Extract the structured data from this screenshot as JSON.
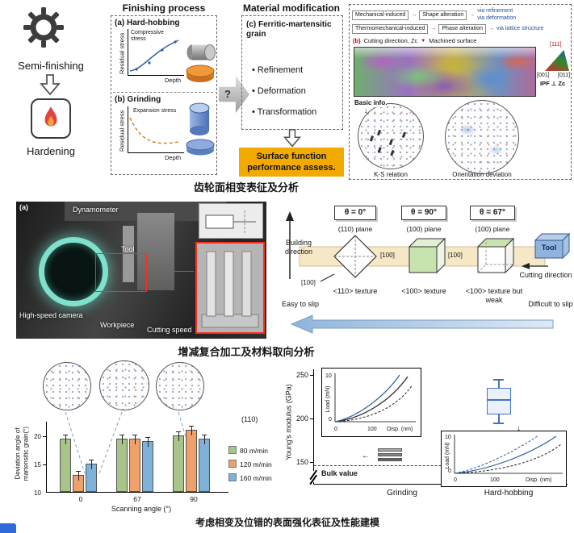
{
  "captions": {
    "row1": "齿轮面相变表征及分析",
    "row2": "增减复合加工及材料取向分析",
    "row3": "考虑相变及位错的表面强化表征及性能建模"
  },
  "preprocess": {
    "semi_finishing": "Semi-finishing",
    "hardening": "Hardening"
  },
  "finishing": {
    "title": "Finishing process",
    "hobbing_label": "(a) Hard-hobbing",
    "hobbing_stress": "Compressive stress",
    "grinding_label": "(b) Grinding",
    "grinding_stress": "Expansion stress",
    "residual_axis": "Residual stress",
    "depth_axis": "Depth"
  },
  "modification": {
    "title": "Material modification",
    "grain_label": "(c) Ferritic-martensitic grain",
    "bullets": [
      "Refinement",
      "Deformation",
      "Transformation"
    ],
    "question": "?",
    "assess": "Surface function performance assess."
  },
  "mechanism": {
    "panel_label": "(b)",
    "row1_source": "Mechanical-induced",
    "row1_effect": "Shape alteration",
    "row1_via1": "via refinement",
    "row1_via2": "via deformation",
    "row2_source": "Thermomechanical-induced",
    "row2_effect": "Phase alteration",
    "row2_via": "via lattice structure",
    "cutting_direction": "Cutting direction, Zc",
    "machined_surface": "Machined surface",
    "basic_info": "Basic info.",
    "ks_relation": "K-S relation",
    "orientation_deviation": "Orientation deviation",
    "ipf_title": "IPF ⊥ Zc",
    "ipf_corner_top": "[111]",
    "ipf_corner_left": "[001]",
    "ipf_corner_right": "[011]"
  },
  "experiment": {
    "panel_label": "(a)",
    "dynamometer": "Dynamometer",
    "tool": "Tool",
    "camera": "High-speed camera",
    "workpiece": "Workpiece",
    "cutting_speed": "Cutting speed"
  },
  "orientation": {
    "theta": [
      "θ = 0°",
      "θ = 90°",
      "θ = 67°"
    ],
    "planes": [
      "(110) plane",
      "(100) plane",
      "(100) plane"
    ],
    "miller": [
      "[100]",
      "[100]",
      "[100]"
    ],
    "textures": [
      "<110> texture",
      "<100> texture",
      "<100> texture but weak"
    ],
    "building_direction": "Building direction",
    "cutting_direction": "Cutting direction",
    "tool": "Tool",
    "easy_slip": "Easy to slip",
    "difficult_slip": "Difficult to slip"
  },
  "chart_data": [
    {
      "type": "bar",
      "categories": [
        "0",
        "67",
        "90"
      ],
      "series": [
        {
          "name": "80 m/min",
          "color": "#a9c48b",
          "values": [
            19.5,
            19.5,
            20
          ]
        },
        {
          "name": "120 m/min",
          "color": "#f0a169",
          "values": [
            13,
            19.5,
            21
          ]
        },
        {
          "name": "160 m/min",
          "color": "#7fb2d9",
          "values": [
            15,
            19,
            19.5
          ]
        }
      ],
      "xlabel": "Scanning angle (°)",
      "ylabel": "Deviation angle of martensitic grain(°)",
      "yticks": [
        10,
        15,
        20
      ],
      "ylim": [
        10,
        22
      ],
      "annotation": "(110)"
    },
    {
      "type": "box",
      "categories": [
        "Grinding",
        "Hard-hobbing"
      ],
      "ylabel": "Young's modulus (GPa)",
      "yticks": [
        250,
        200,
        150
      ],
      "ylim": [
        140,
        260
      ],
      "bulk_value_label": "Bulk value",
      "hard_hobbing_box": {
        "high": 245,
        "q3": 235,
        "median": 222,
        "q1": 205,
        "low": 195
      },
      "insets": [
        {
          "ylabel": "Load (mN)",
          "xlabel": "Disp. (nm)",
          "ymax": "10",
          "ymin": "0",
          "xmin": "0",
          "xmax": "100"
        },
        {
          "ylabel": "Load (mN)",
          "xlabel": "Disp. (nm)",
          "ymax": "10",
          "ymin": "0",
          "xmin": "0",
          "xmax": "100"
        }
      ]
    }
  ],
  "icons": {
    "arrow_right": "→",
    "arrow_down": "↓",
    "arrow_left": "←",
    "triangle_down": "▼",
    "bullet": "•"
  },
  "colors": {
    "assess_bg": "#f2a900",
    "boxplot": "#4472c4",
    "arrow_fill": "#c9ddf0"
  }
}
